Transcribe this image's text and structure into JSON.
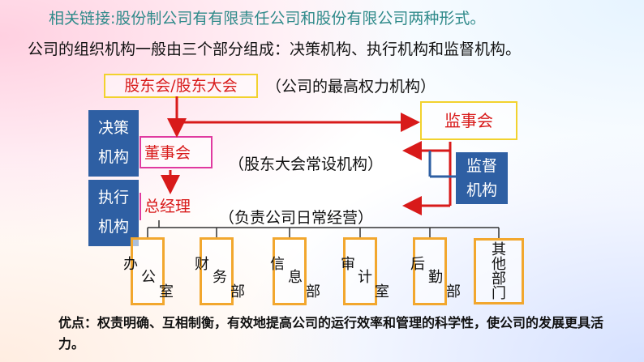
{
  "header": "相关链接:股份制公司有有限责任公司和股份有限公司两种形式。",
  "intro": "公司的组织机构一般由三个部分组成：决策机构、执行机构和监督机构。",
  "shareholders": {
    "label": "股东会/股东大会",
    "note": "（公司的最高权力机构）"
  },
  "decision_body": {
    "line1": "决策",
    "line2": "机构"
  },
  "execution_body": {
    "line1": "执行",
    "line2": "机构"
  },
  "supervision_body": {
    "line1": "监督",
    "line2": "机构"
  },
  "board": {
    "label": "董事会",
    "note": "（股东大会常设机构）"
  },
  "supervisors": {
    "label": "监事会"
  },
  "manager": {
    "label": "总经理",
    "note": "（负责公司日常经营）"
  },
  "departments": [
    {
      "c1": "办",
      "c2": "公",
      "c3": "室"
    },
    {
      "c1": "财",
      "c2": "务",
      "c3": "部"
    },
    {
      "c1": "信",
      "c2": "息",
      "c3": "部"
    },
    {
      "c1": "审",
      "c2": "计",
      "c3": "室"
    },
    {
      "c1": "后",
      "c2": "勤",
      "c3": "部"
    }
  ],
  "other_department": {
    "c1": "其",
    "c2": "他",
    "c3": "部",
    "c4": "门"
  },
  "advantages": "优点：权责明确、互相制衡，有效地提高公司的运行效率和管理的科学性，使公司的发展更具活力。",
  "colors": {
    "accent_red": "#d81a1a",
    "box_blue": "#2e5fa3",
    "frame_yellow": "#f2d22e",
    "frame_orange": "#f2a72e",
    "frame_pink": "#e03aa0"
  }
}
